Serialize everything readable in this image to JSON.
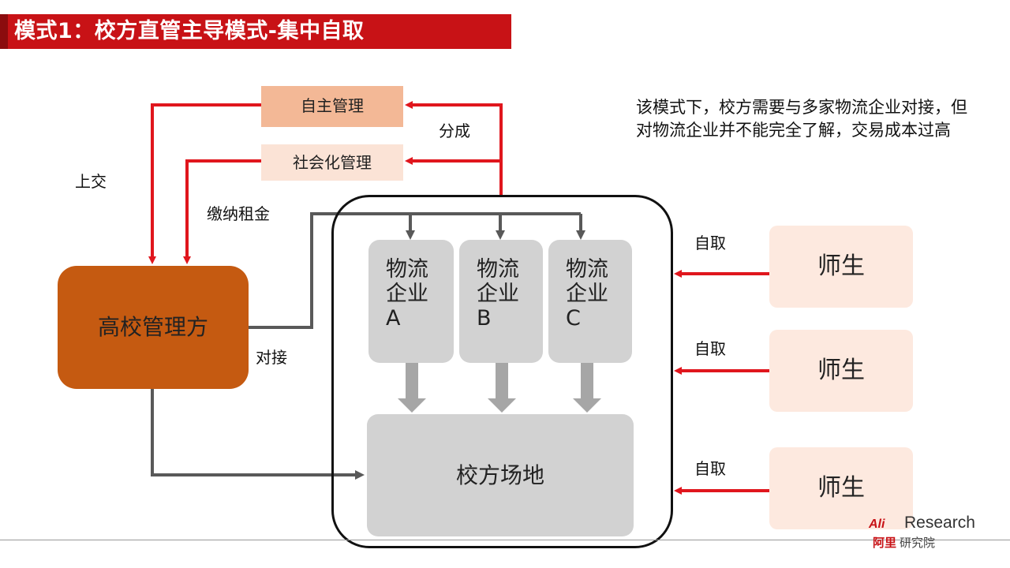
{
  "title": "模式1：校方直管主导模式-集中自取",
  "boxes": {
    "self_management": "自主管理",
    "social_management": "社会化管理",
    "campus_site": "校方场地",
    "university_admin": "高校管理方"
  },
  "logistics": [
    {
      "line1": "物流",
      "line2": "企业",
      "line3": "A"
    },
    {
      "line1": "物流",
      "line2": "企业",
      "line3": "B"
    },
    {
      "line1": "物流",
      "line2": "企业",
      "line3": "C"
    }
  ],
  "labels": {
    "hand_in": "上交",
    "revenue_share": "分成",
    "pay_rent": "缴纳租金",
    "connect": "对接",
    "self_pickup": "自取"
  },
  "people": [
    "师生",
    "师生",
    "师生"
  ],
  "description": "该模式下，校方需要与多家物流企业对接，但对物流企业并不能完全了解，交易成本过高",
  "logo": {
    "mark": "Ali",
    "en": "Research",
    "cn_red": "阿里",
    "cn_gray": "研究院"
  },
  "colors": {
    "title_red": "#c81216",
    "arrow_red": "#e0161d",
    "arrow_gray": "#595959",
    "admin_orange": "#c55a11"
  }
}
